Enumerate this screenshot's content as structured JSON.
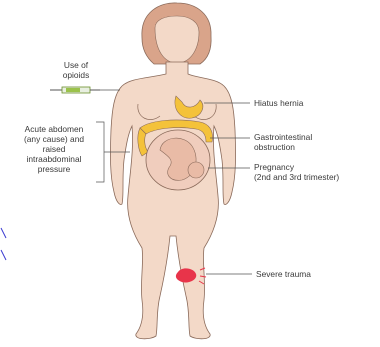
{
  "labels": {
    "opioids": "Use of\nopioids",
    "acute_abdomen": "Acute abdomen\n(any cause) and\nraised\nintraabdominal\npressure",
    "hiatus_hernia": "Hiatus hernia",
    "gi_obstruction": "Gastrointestinal\nobstruction",
    "pregnancy": "Pregnancy\n(2nd and 3rd trimester)",
    "severe_trauma": "Severe trauma"
  },
  "colors": {
    "skin": "#f3d9c8",
    "skin_outline": "#8a6a5a",
    "hair": "#d9a48a",
    "gut": "#f4c23a",
    "trauma": "#e8344a",
    "syringe": "#6a8f2a",
    "line": "#555555",
    "edge_mark": "#3a3ad0"
  }
}
